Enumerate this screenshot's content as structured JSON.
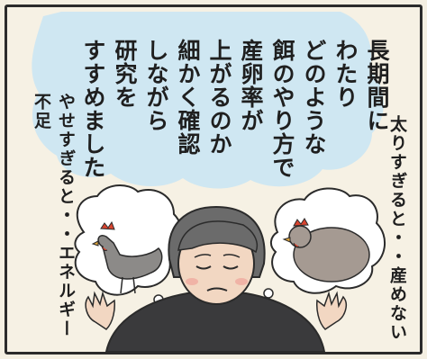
{
  "cloud_text": "長期間に\nわたり\nどのような\n餌のやり方で\n産卵率が\n上がるのか\n細かく確認\nしながら\n研究を\nすすめました",
  "left_note": "やせすぎると・・エネルギー不足",
  "right_note": "太りすぎると・・産めない",
  "colors": {
    "cloud": "#cfe7f2",
    "jacket": "#3a3a3c",
    "hair": "#6b6b6b",
    "skin": "#f2d7c2",
    "thin_hen": "#8c8a88",
    "fat_hen": "#a59a92",
    "comb": "#d9442f"
  }
}
